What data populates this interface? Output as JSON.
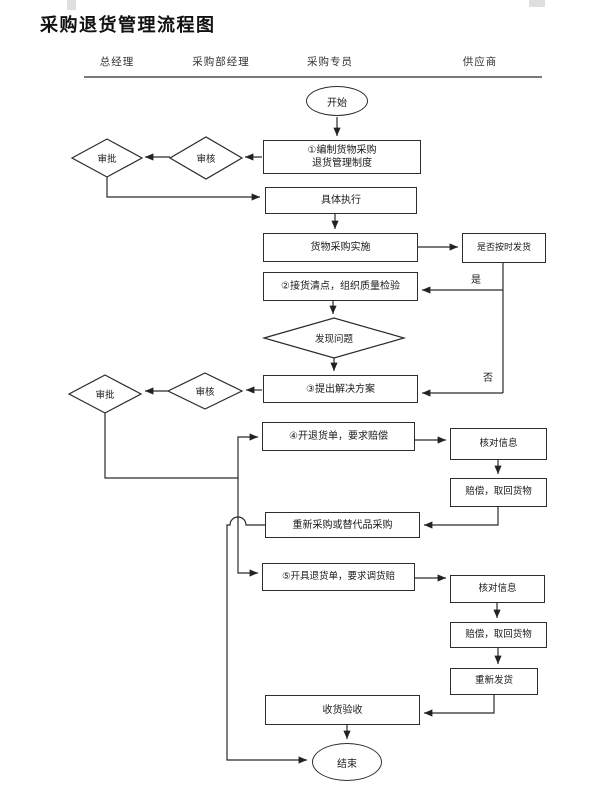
{
  "document": {
    "title": "采购退货管理流程图",
    "lanes": [
      "总经理",
      "采购部经理",
      "采购专员",
      "供应商"
    ]
  },
  "edge_labels": {
    "yes": "是",
    "no": "否"
  },
  "nodes": {
    "start": "开始",
    "end": "结束",
    "make_policy_line1": "①编制货物采购",
    "make_policy_line2": "退货管理制度",
    "approve_1": "审批",
    "review_1": "审核",
    "execute": "具体执行",
    "purchase_impl": "货物采购实施",
    "ontime_check": "是否按时发货",
    "receive_inspect": "②接货清点，组织质量检验",
    "problem_found": "发现问题",
    "propose_solution": "③提出解决方案",
    "review_2": "审核",
    "approve_2": "审批",
    "return_claim": "④开退货单，要求赔偿",
    "verify_info_1": "核对信息",
    "compensate_retrieve_1": "赔偿，取回货物",
    "repurchase": "重新采购或替代品采购",
    "return_exchange": "⑤开具退货单，要求调货赔",
    "verify_info_2": "核对信息",
    "compensate_retrieve_2": "赔偿，取回货物",
    "reship": "重新发货",
    "goods_acceptance": "收货验收"
  },
  "colors": {
    "line": "#2a2a2a",
    "text": "#1a1a1a",
    "background": "#ffffff"
  }
}
